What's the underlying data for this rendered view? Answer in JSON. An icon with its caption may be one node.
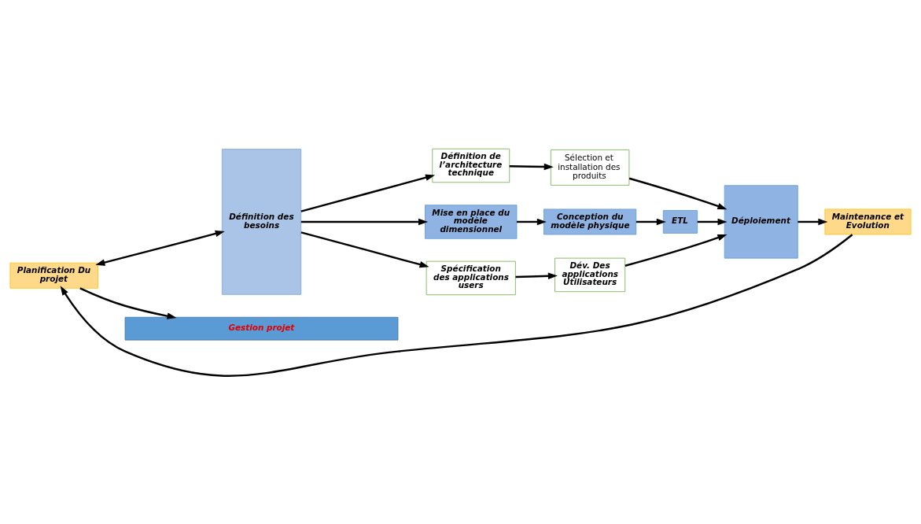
{
  "diagram": {
    "nodes": [
      {
        "text": [
          "Planification Du projet"
        ]
      },
      {
        "text": [
          "Définition des besoins"
        ]
      },
      {
        "text": [
          "Définition de l’architecture technique"
        ]
      },
      {
        "text": [
          "Sélection et installation des produits"
        ]
      },
      {
        "text": [
          "Mise en place du modèle dimensionnel"
        ]
      },
      {
        "text": [
          "Conception du modèle physique"
        ]
      },
      {
        "text": [
          "ETL"
        ]
      },
      {
        "text": [
          "Spécification des applications users"
        ]
      },
      {
        "text": [
          "Dév. Des applications Utilisateurs"
        ]
      },
      {
        "text": [
          "Déploiement"
        ]
      },
      {
        "text": [
          "Maintenance et Evolution"
        ]
      },
      {
        "text": [
          "Gestion projet"
        ]
      }
    ],
    "edges": [
      {
        "from": 0,
        "to": 1,
        "arrow": "both"
      },
      {
        "from": 1,
        "to": 2,
        "arrow": "to"
      },
      {
        "from": 1,
        "to": 4,
        "arrow": "to"
      },
      {
        "from": 1,
        "to": 7,
        "arrow": "to"
      },
      {
        "from": 2,
        "to": 3,
        "arrow": "to"
      },
      {
        "from": 4,
        "to": 5,
        "arrow": "to"
      },
      {
        "from": 5,
        "to": 6,
        "arrow": "to"
      },
      {
        "from": 7,
        "to": 8,
        "arrow": "to"
      },
      {
        "from": 3,
        "to": 9,
        "arrow": "to"
      },
      {
        "from": 6,
        "to": 9,
        "arrow": "to"
      },
      {
        "from": 8,
        "to": 9,
        "arrow": "to"
      },
      {
        "from": 9,
        "to": 10,
        "arrow": "to"
      },
      {
        "from": 10,
        "to": 0,
        "arrow": "to"
      },
      {
        "from": 0,
        "to": 11,
        "arrow": "to"
      }
    ]
  }
}
